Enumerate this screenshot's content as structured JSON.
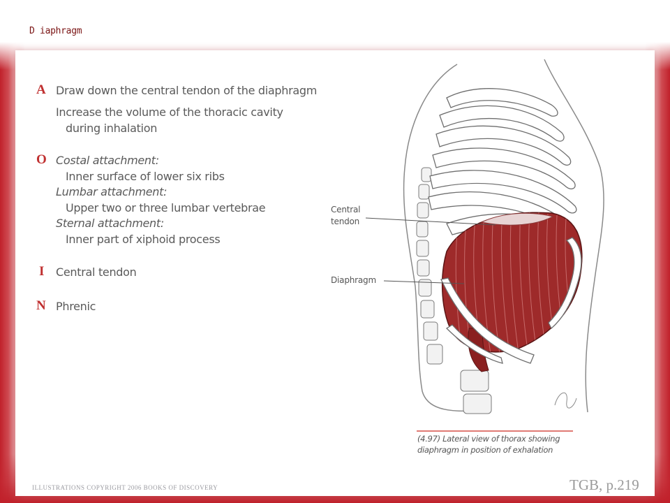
{
  "slide": {
    "title": "D iaphragm",
    "sections": [
      {
        "letter": "A",
        "lines": [
          {
            "text": "Draw down the central tendon of the diaphragm",
            "indent": 0,
            "italic": false
          },
          {
            "text": "Increase the volume of the thoracic cavity",
            "indent": 0,
            "italic": false
          },
          {
            "text": "during inhalation",
            "indent": 1,
            "italic": false
          }
        ]
      },
      {
        "letter": "O",
        "lines": [
          {
            "text": "Costal attachment:",
            "indent": 0,
            "italic": true
          },
          {
            "text": "Inner surface of lower six ribs",
            "indent": 1,
            "italic": false
          },
          {
            "text": "Lumbar attachment:",
            "indent": 0,
            "italic": true
          },
          {
            "text": "Upper two or three lumbar vertebrae",
            "indent": 1,
            "italic": false
          },
          {
            "text": "Sternal attachment:",
            "indent": 0,
            "italic": true
          },
          {
            "text": "Inner part of xiphoid process",
            "indent": 1,
            "italic": false
          }
        ]
      },
      {
        "letter": "I",
        "lines": [
          {
            "text": "Central tendon",
            "indent": 0,
            "italic": false
          }
        ]
      },
      {
        "letter": "N",
        "lines": [
          {
            "text": "Phrenic",
            "indent": 0,
            "italic": false
          }
        ]
      }
    ],
    "illustration": {
      "callouts": {
        "central_tendon": "Central\ntendon",
        "diaphragm": "Diaphragm"
      },
      "caption": "(4.97) Lateral view of thorax showing diaphragm in position of exhalation",
      "muscle_color": "#9e2a2a"
    },
    "footer": {
      "copyright": "ILLUSTRATIONS COPYRIGHT 2006 BOOKS OF DISCOVERY",
      "page_ref": "TGB, p.219"
    }
  },
  "colors": {
    "frame_red": "#c0202a",
    "letter_red": "#c03030",
    "title": "#7a1414",
    "body_text": "#5a5a5a"
  }
}
